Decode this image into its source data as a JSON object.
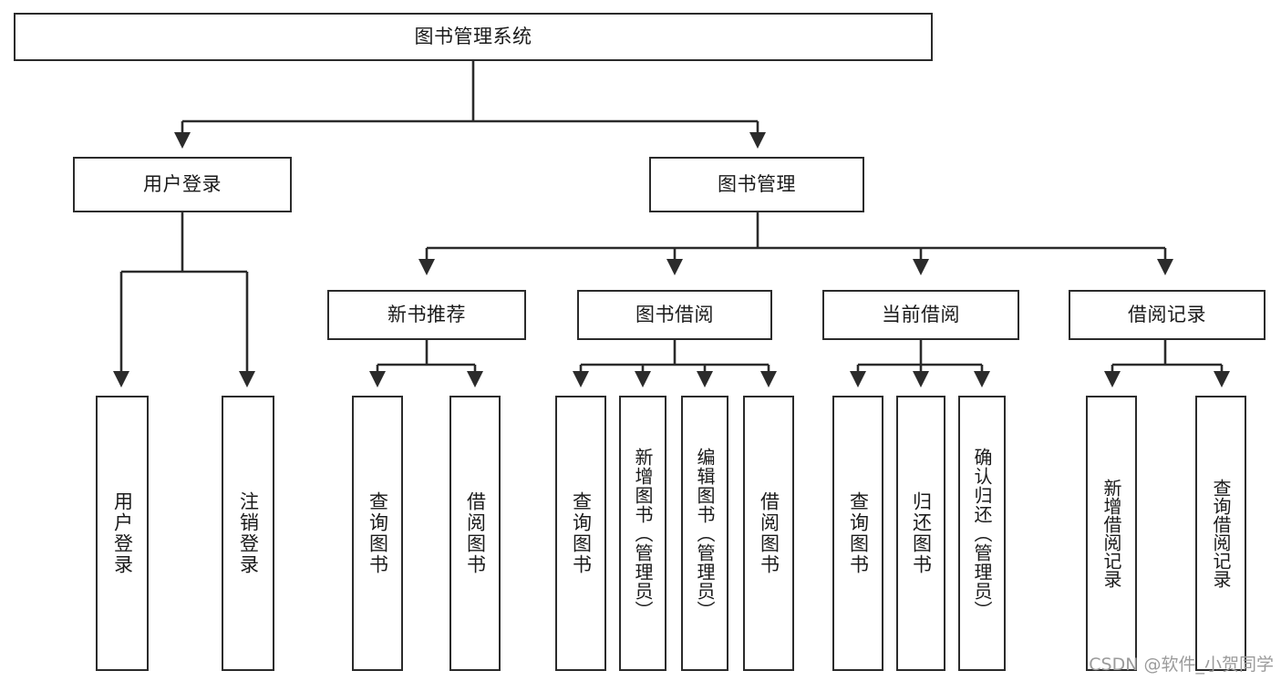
{
  "diagram": {
    "title": "图书管理系统",
    "watermark": "CSDN @软件_小贺同学",
    "line_color": "#2b2b2b",
    "text_color": "#1a1a1a",
    "background": "#ffffff",
    "root": {
      "label": "图书管理系统"
    },
    "level2": [
      {
        "label": "用户登录"
      },
      {
        "label": "图书管理"
      }
    ],
    "level3": [
      {
        "label": "新书推荐"
      },
      {
        "label": "图书借阅"
      },
      {
        "label": "当前借阅"
      },
      {
        "label": "借阅记录"
      }
    ],
    "leaves_user_login": [
      {
        "label": "用户登录"
      },
      {
        "label": "注销登录"
      }
    ],
    "leaves_new_book": [
      {
        "label": "查询图书"
      },
      {
        "label": "借阅图书"
      }
    ],
    "leaves_borrow": [
      {
        "label": "查询图书"
      },
      {
        "label": "新增图书（管理员）"
      },
      {
        "label": "编辑图书（管理员）"
      },
      {
        "label": "借阅图书"
      }
    ],
    "leaves_current": [
      {
        "label": "查询图书"
      },
      {
        "label": "归还图书"
      },
      {
        "label": "确认归还（管理员）"
      }
    ],
    "leaves_record": [
      {
        "label": "新增借阅记录"
      },
      {
        "label": "查询借阅记录"
      }
    ]
  }
}
